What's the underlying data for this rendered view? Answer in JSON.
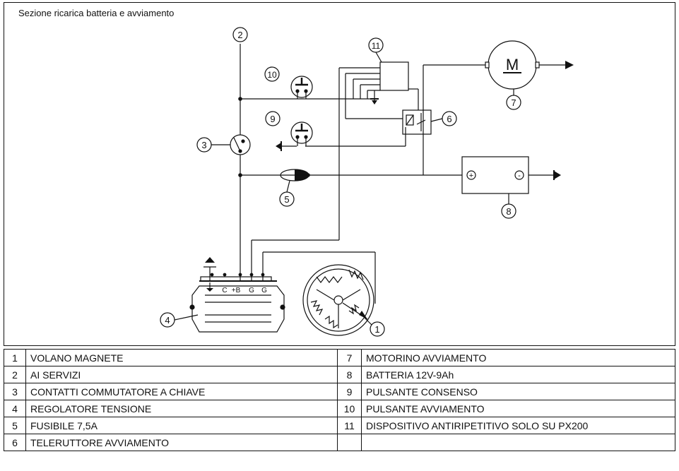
{
  "title": "Sezione ricarica batteria e avviamento",
  "callouts": [
    "1",
    "2",
    "3",
    "4",
    "5",
    "6",
    "7",
    "8",
    "9",
    "10",
    "11"
  ],
  "motor_label": "M",
  "battery": {
    "plus": "+",
    "minus": "-"
  },
  "regulator_terminals": [
    "C",
    "+B",
    "G",
    "G"
  ],
  "legend": {
    "left": [
      {
        "num": "1",
        "text": "VOLANO MAGNETE"
      },
      {
        "num": "2",
        "text": "AI SERVIZI"
      },
      {
        "num": "3",
        "text": "CONTATTI COMMUTATORE A CHIAVE"
      },
      {
        "num": "4",
        "text": "REGOLATORE TENSIONE"
      },
      {
        "num": "5",
        "text": "FUSIBILE 7,5A"
      },
      {
        "num": "6",
        "text": "TELERUTTORE AVVIAMENTO"
      }
    ],
    "right": [
      {
        "num": "7",
        "text": "MOTORINO AVVIAMENTO"
      },
      {
        "num": "8",
        "text": "BATTERIA 12V-9Ah"
      },
      {
        "num": "9",
        "text": "PULSANTE CONSENSO"
      },
      {
        "num": "10",
        "text": "PULSANTE AVVIAMENTO"
      },
      {
        "num": "11",
        "text": "DISPOSITIVO ANTIRIPETITIVO SOLO SU PX200"
      },
      {
        "num": "",
        "text": ""
      }
    ]
  }
}
